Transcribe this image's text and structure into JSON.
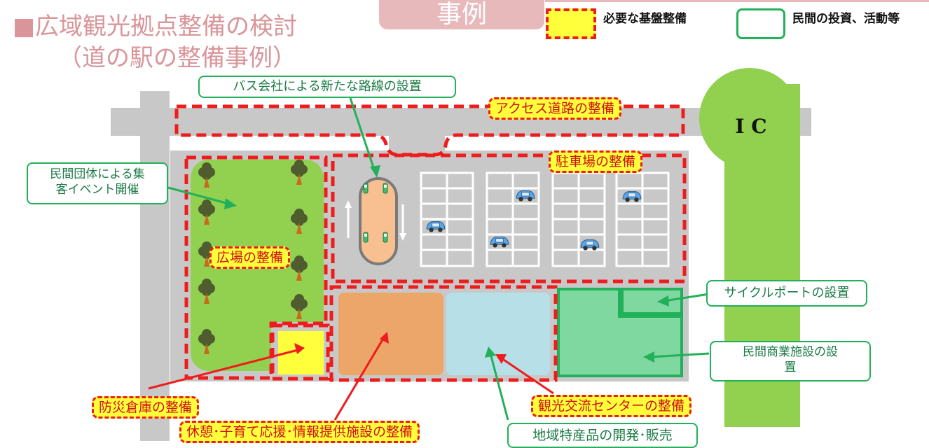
{
  "header": {
    "title_line1": "■広域観光拠点整備の検討",
    "title_line2": "（道の駅の整備事例）",
    "tab_label": "事例"
  },
  "legend": {
    "required": "必要な基盤整備",
    "private": "民間の投資、活動等"
  },
  "map": {
    "ic_label": "I C"
  },
  "labels": {
    "bus_route": "バス会社による新たな路線の設置",
    "access_road": "アクセス道路の整備",
    "parking": "駐車場の整備",
    "event": "民間団体による集客イベント開催",
    "plaza": "広場の整備",
    "cycle_port": "サイクルポートの設置",
    "commercial": "民間商業施設の設置",
    "disaster_storage": "防災倉庫の整備",
    "tourism_center": "観光交流センターの整備",
    "rest_facility": "休憩･子育て応援･情報提供施設の整備",
    "local_products": "地域特産品の開発･販売"
  },
  "colors": {
    "title": "#d9959a",
    "road": "#c8c8c8",
    "green_area": "#92d050",
    "required_dash": "#ee1c1c",
    "required_fill": "#ffff3c",
    "private_border": "#22b05a",
    "commercial_fill": "#7fd8a0",
    "rest_fill": "#eda66a",
    "tourism_fill": "#b7dfe8",
    "bus_fill": "#f8bf90"
  }
}
